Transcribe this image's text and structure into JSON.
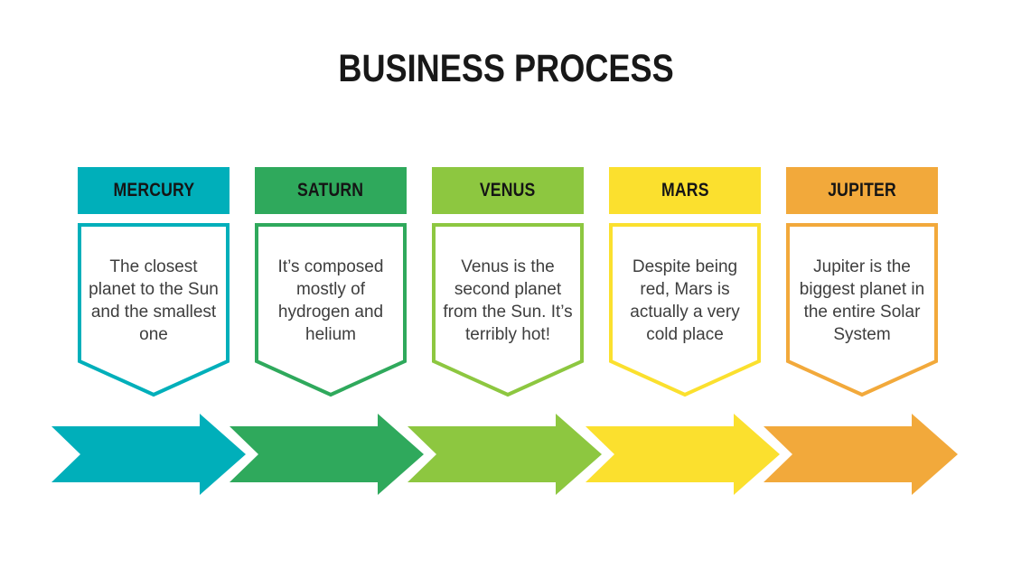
{
  "title": "BUSINESS PROCESS",
  "columns": [
    {
      "name": "MERCURY",
      "description": "The closest planet to the Sun and the smallest one",
      "color": "#00AFBA"
    },
    {
      "name": "SATURN",
      "description": "It’s composed mostly of hydrogen and helium",
      "color": "#2FA95C"
    },
    {
      "name": "VENUS",
      "description": "Venus is the second planet from the Sun. It’s terribly hot!",
      "color": "#8DC740"
    },
    {
      "name": "MARS",
      "description": "Despite being red, Mars is actually a very cold place",
      "color": "#FBE02E"
    },
    {
      "name": "JUPITER",
      "description": "Jupiter is the biggest planet in the entire Solar System",
      "color": "#F2A93B"
    }
  ],
  "colors": {
    "background": "#FFFFFF",
    "title_text": "#181818",
    "header_text": "#151515",
    "body_text": "#3E3E3E"
  }
}
